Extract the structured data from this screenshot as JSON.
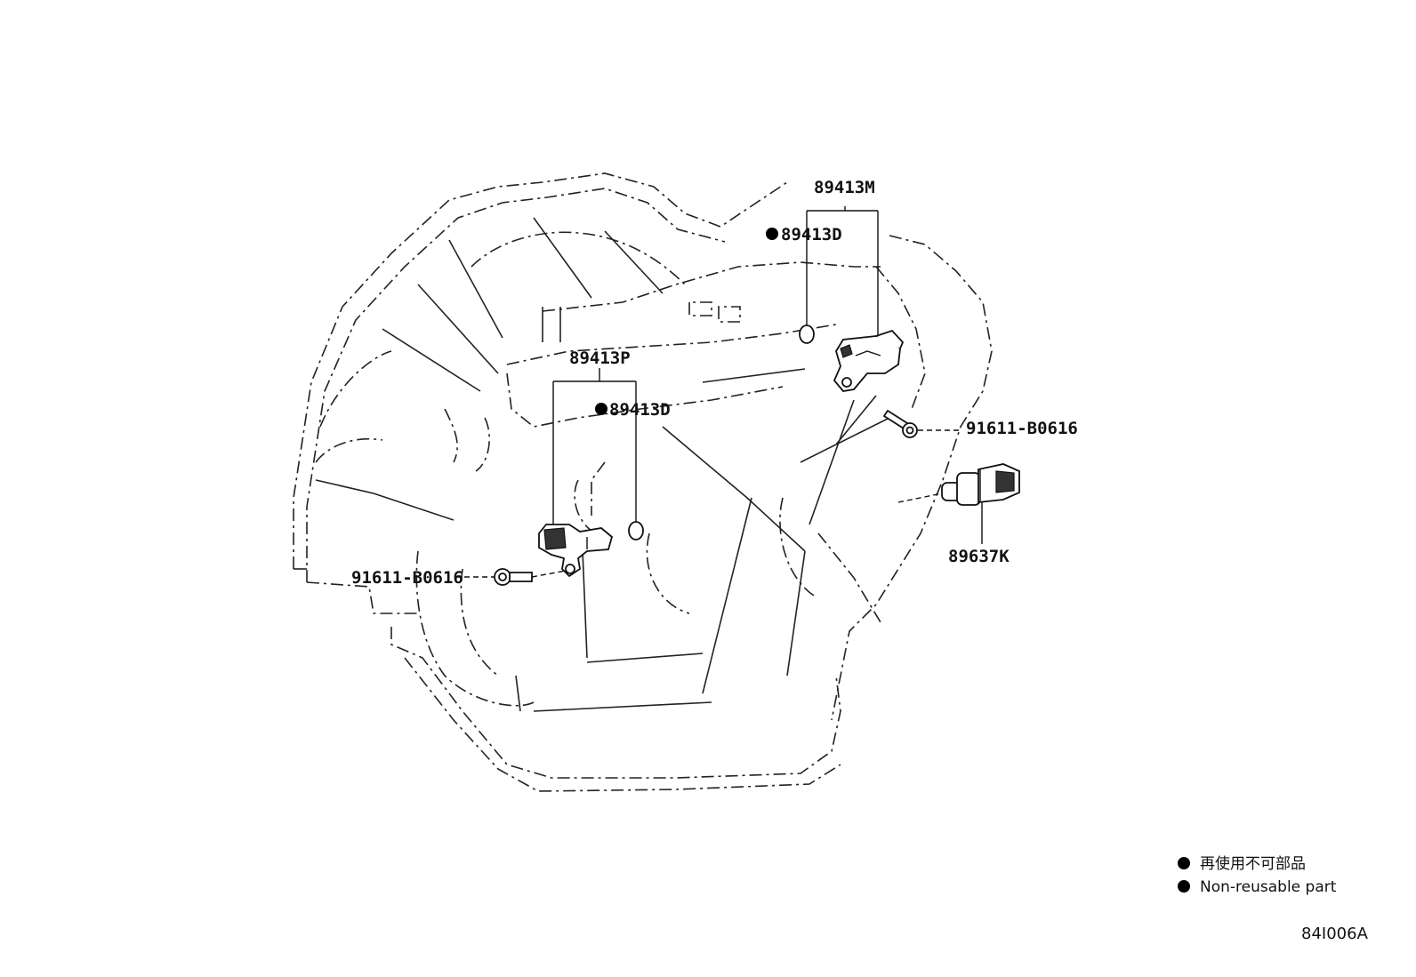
{
  "labels": {
    "cam_sensor_top": "89413M",
    "cam_sensor_left": "89413P",
    "oring_top": "89413D",
    "oring_left": "89413D",
    "bolt_right": "91611-B0616",
    "bolt_left": "91611-B0616",
    "pressure_switch": "89637K"
  },
  "legend": {
    "line_ja": "再使用不可部品",
    "line_en": "Non-reusable part"
  },
  "figure_id": "84I006A",
  "icons": {
    "non_reusable_marker": "filled-circle",
    "transaxle": "transaxle-ghost-outline"
  },
  "colors": {
    "line": "#111111",
    "background": "#ffffff"
  }
}
